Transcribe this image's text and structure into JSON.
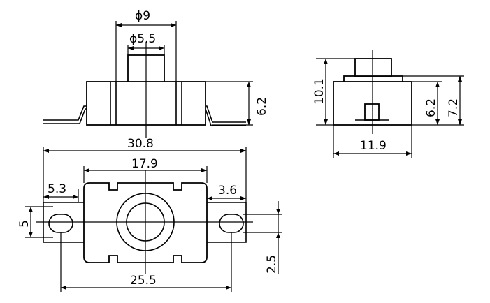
{
  "diagram": {
    "dimensions": {
      "phi9": "ϕ9",
      "phi5_5": "ϕ5.5",
      "h6_2_front": "6.2",
      "w30_8": "30.8",
      "h10_1": "10.1",
      "h6_2_side": "6.2",
      "h7_2": "7.2",
      "w11_9": "11.9",
      "w17_9": "17.9",
      "w5_3": "5.3",
      "w3_6": "3.6",
      "h5": "5",
      "h2_5": "2.5",
      "w25_5": "25.5"
    }
  }
}
